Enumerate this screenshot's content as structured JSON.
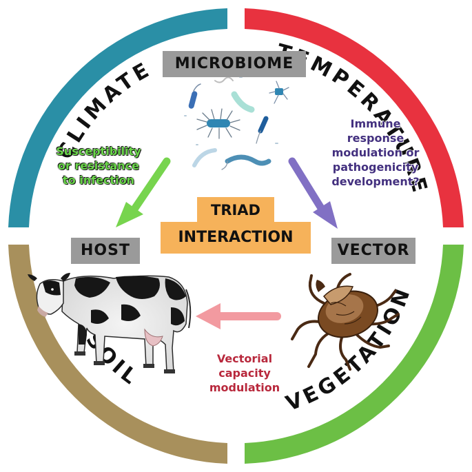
{
  "ring": {
    "climate": {
      "label": "CLIMATE",
      "color": "#2a8fa6"
    },
    "temperature": {
      "label": "TEMPERATURE",
      "color": "#e8323f"
    },
    "vegetation": {
      "label": "VEGETATION",
      "color": "#6cbf45"
    },
    "soil": {
      "label": "SOIL",
      "color": "#a8905c"
    }
  },
  "nodes": {
    "microbiome": "MICROBIOME",
    "host": "HOST",
    "vector": "VECTOR"
  },
  "center": {
    "line1": "TRIAD",
    "line2": "INTERACTION",
    "color": "#f6b25a"
  },
  "links": {
    "microbiome_to_host": {
      "lines": [
        "Susceptibility",
        "or resistance",
        "to infection"
      ],
      "color": "#77d44e"
    },
    "microbiome_to_vector": {
      "lines": [
        "Immune",
        "response",
        "modulation or",
        "pathogenicity",
        "development?"
      ],
      "color": "#8170c4"
    },
    "vector_to_host": {
      "lines": [
        "Vectorial",
        "capacity",
        "modulation"
      ],
      "color": "#f29aa0"
    }
  },
  "icons": [
    "bacteria-icon",
    "cow-icon",
    "tick-icon"
  ]
}
